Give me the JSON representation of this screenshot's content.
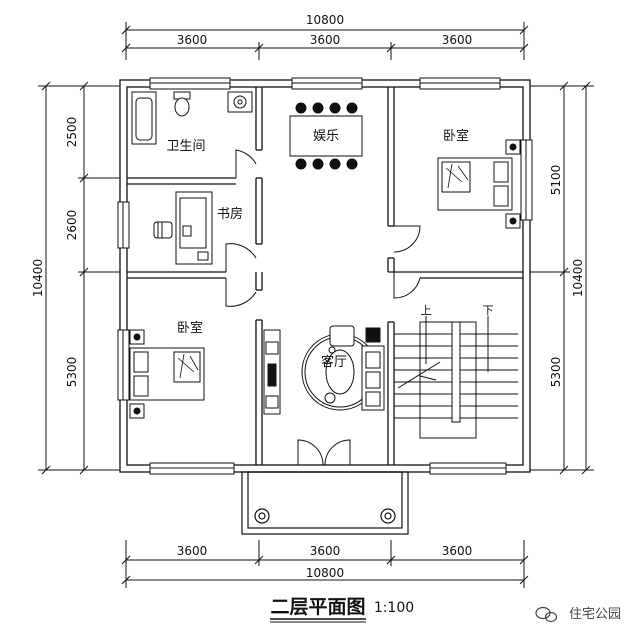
{
  "dimensions": {
    "top_total": "10800",
    "top_segments": [
      "3600",
      "3600",
      "3600"
    ],
    "bottom_total": "10800",
    "bottom_segments": [
      "3600",
      "3600",
      "3600"
    ],
    "left_total": "10400",
    "left_segments": [
      "2500",
      "2600",
      "5300"
    ],
    "right_total": "10400",
    "right_segments": [
      "5100",
      "5300"
    ]
  },
  "rooms": {
    "bathroom": "卫生间",
    "study": "书房",
    "entertainment": "娱乐",
    "bedroom_right": "卧室",
    "bedroom_left": "卧室",
    "living_room": "客厅"
  },
  "stairs": {
    "up": "上",
    "down": "下"
  },
  "title": {
    "name": "二层平面图",
    "scale": "1:100"
  },
  "watermark": {
    "text": "住宅公园",
    "icon": "wechat-bubble-icon"
  }
}
